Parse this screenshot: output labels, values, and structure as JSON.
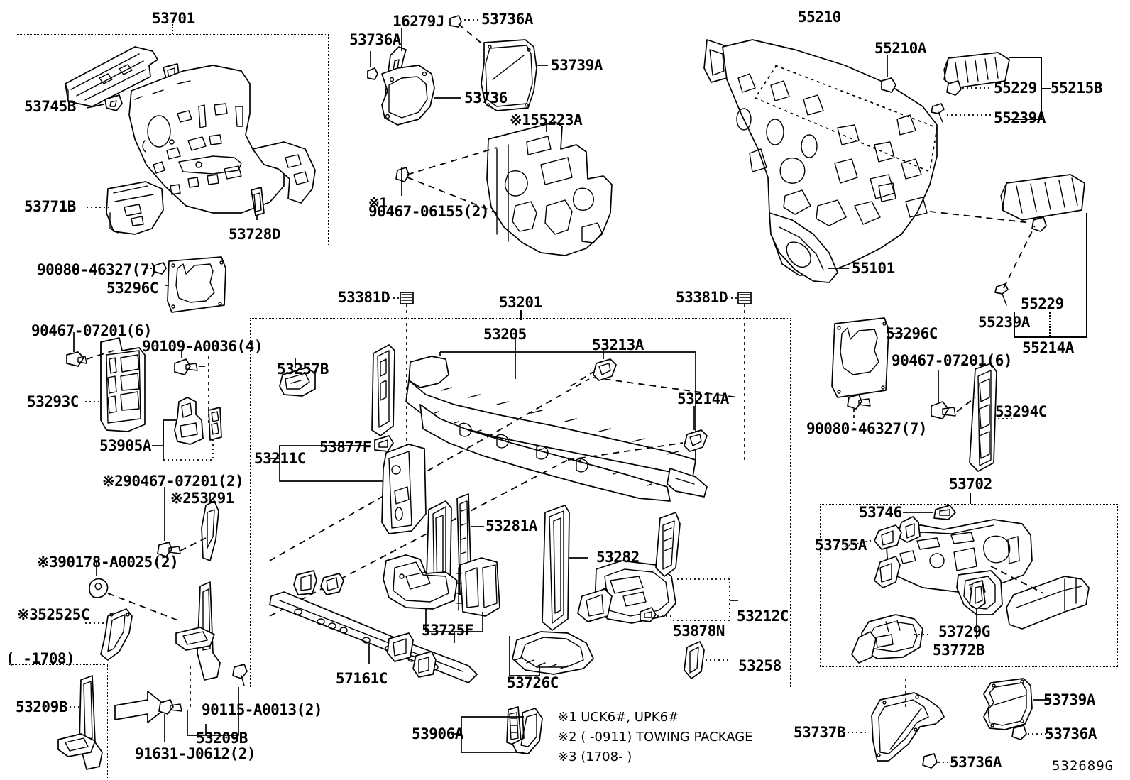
{
  "diagram": {
    "sheet_code": "532689G",
    "type": "toyota-epc-parts-illustration"
  },
  "groups": {
    "apron_lh": {
      "callout": "53701"
    },
    "apron_rh": {
      "callout": "53702"
    },
    "radiator_support": {
      "callout": "53201"
    },
    "cowl_top": {
      "callout": "55210"
    },
    "fender_liner_kit": {
      "callout": "55215B"
    },
    "splash_shield_kit": {
      "callout": "55214A"
    },
    "early_model_note": {
      "callout": "(    -1708)"
    }
  },
  "labels": {
    "l53701": "53701",
    "l53745B": "53745B",
    "l53771B": "53771B",
    "l53728D": "53728D",
    "l16279J": "16279J",
    "l53736A_tl": "53736A",
    "l53736A_t": "53736A",
    "l53736": "53736",
    "l53739A_t": "53739A",
    "l55223A": "※155223A",
    "l90467_06155": "90467-06155(2)",
    "lstar1_small": "※1",
    "l55210": "55210",
    "l55210A": "55210A",
    "l55229_t": "55229",
    "l55215B": "55215B",
    "l55239A_t": "55239A",
    "l55101": "55101",
    "l55229_r": "55229",
    "l55239A_r": "55239A",
    "l55214A": "55214A",
    "l90080_46327_l": "90080-46327(7)",
    "l53296C_l": "53296C",
    "l90467_07201_l": "90467-07201(6)",
    "l90109_A0036": "90109-A0036(4)",
    "l53293C": "53293C",
    "l53905A": "53905A",
    "lstar2_90467": "※290467-07201(2)",
    "lstar2_53291": "※253291",
    "lstar3_90178": "※390178-A0025(2)",
    "lstar3_52525C": "※352525C",
    "l1708": "(        -1708)",
    "l53209B_left": "53209B",
    "l53209B_mid": "53209B",
    "l90115_A0013": "90115-A0013(2)",
    "l91631_J0612": "91631-J0612(2)",
    "l53381D_l": "53381D",
    "l53381D_r": "53381D",
    "l53201": "53201",
    "l53205": "53205",
    "l53213A": "53213A",
    "l53214A": "53214A",
    "l53257B": "53257B",
    "l53211C": "53211C",
    "l53877F": "53877F",
    "l53281A": "53281A",
    "l53282": "53282",
    "l53725F": "53725F",
    "l57161C": "57161C",
    "l53726C": "53726C",
    "l53212C": "53212C",
    "l53878N": "53878N",
    "l53258": "53258",
    "l53906A": "53906A",
    "l53296C_r": "53296C",
    "l90080_46327_r": "90080-46327(7)",
    "l90467_07201_r": "90467-07201(6)",
    "l53294C": "53294C",
    "l53702_top": "53702",
    "l53746": "53746",
    "l53755A": "53755A",
    "l53729G": "53729G",
    "l53772B": "53772B",
    "l53737B": "53737B",
    "l53739A_b": "53739A",
    "l53736A_b1": "53736A",
    "l53736A_b2": "53736A",
    "sheet_code": "532689G"
  },
  "footnotes": [
    "※1 UCK6#, UPK6#",
    "※2 (      -0911) TOWING PACKAGE",
    "※3 (1708-      )"
  ]
}
